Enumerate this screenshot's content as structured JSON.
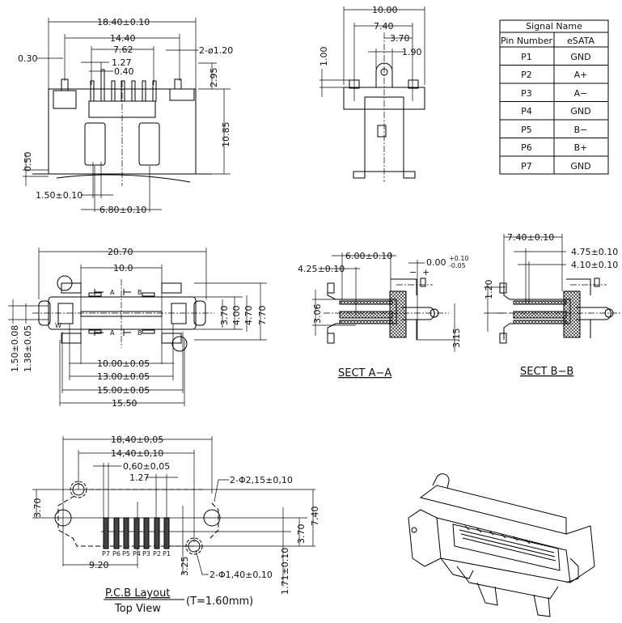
{
  "front_view": {
    "dims": [
      "18.40±0.10",
      "14.40",
      "7.62",
      "1.27",
      "0.40",
      "0.30",
      "2-ø1.20",
      "2.95",
      "10.85",
      "0.50",
      "1.50±0.10",
      "6.80±0.10"
    ]
  },
  "side_view": {
    "dims": [
      "10.00",
      "7.40",
      "3.70",
      "1.90",
      "1.00"
    ]
  },
  "signal_table": {
    "title": "Signal Name",
    "headers": [
      "Pin Number",
      "eSATA"
    ],
    "rows": [
      {
        "pin": "P1",
        "signal": "GND"
      },
      {
        "pin": "P2",
        "signal": "A+"
      },
      {
        "pin": "P3",
        "signal": "A−"
      },
      {
        "pin": "P4",
        "signal": "GND"
      },
      {
        "pin": "P5",
        "signal": "B−"
      },
      {
        "pin": "P6",
        "signal": "B+"
      },
      {
        "pin": "P7",
        "signal": "GND"
      }
    ]
  },
  "top_view": {
    "dims": [
      "20.70",
      "10.0",
      "3.70",
      "4.00",
      "4.70",
      "7.70",
      "1.50±0.08",
      "1.38±0.05",
      "10.00±0.05",
      "13.00±0.05",
      "15.00±0.05",
      "15.50"
    ],
    "markers": [
      "A",
      "B",
      "A",
      "B",
      "W"
    ]
  },
  "sect_a": {
    "title": "SECT A−A",
    "dims": [
      "6.00±0.10",
      "4.25±0.10",
      "0.00",
      "+0.10",
      "-0.05",
      "3.06",
      "3.15",
      "−",
      "+"
    ]
  },
  "sect_b": {
    "title": "SECT B−B",
    "dims": [
      "7.40±0.10",
      "4.75±0.10",
      "4.10±0.10",
      "1.20"
    ]
  },
  "pcb_layout": {
    "dims": [
      "18,40±0,05",
      "14,40±0,10",
      "0,60±0,05",
      "1.27",
      "2-Φ2,15±0,10",
      "3.70",
      "7.40",
      "3.70",
      "9.20",
      "3.25",
      "2-Φ1,40±0,10",
      "1.71±0.10"
    ],
    "pins": [
      "P7",
      "P6",
      "P5",
      "P4",
      "P3",
      "P2",
      "P1"
    ],
    "title": "P.C.B  Layout",
    "subtitle": "Top  View",
    "thickness": "(T=1.60mm)"
  }
}
